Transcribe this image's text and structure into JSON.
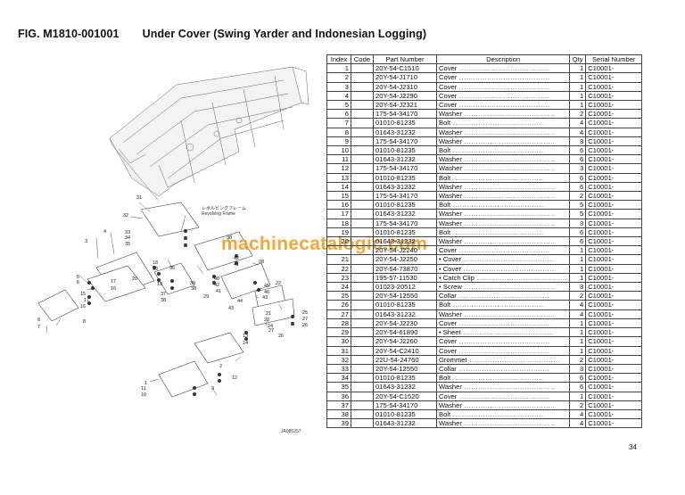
{
  "header": {
    "fig_no": "FIG. M1810-001001",
    "title": "Under Cover (Swing Yarder and Indonesian Logging)"
  },
  "watermark": "machinecatalogic.com",
  "diagram": {
    "frame_label_jp": "レボルビングフレーム",
    "frame_label_en": "Revolving Frame",
    "drawing_id": "JA085257",
    "callouts": [
      "1",
      "2",
      "3",
      "4",
      "5",
      "6",
      "7",
      "8",
      "9",
      "10",
      "11",
      "12",
      "13",
      "14",
      "15",
      "16",
      "17",
      "18",
      "19",
      "20",
      "21",
      "22",
      "23",
      "24",
      "25",
      "26",
      "27",
      "28",
      "29",
      "30",
      "31",
      "32",
      "33",
      "34",
      "35",
      "36",
      "37",
      "38",
      "39",
      "40",
      "41",
      "42",
      "43",
      "44",
      "45",
      "46"
    ]
  },
  "table": {
    "headers": [
      "Index",
      "Code",
      "Part Number",
      "Description",
      "Qty",
      "Serial Number"
    ],
    "rows": [
      {
        "index": "1",
        "code": "",
        "part": "20Y-54-C1510",
        "desc": "Cover",
        "qty": "1",
        "serial": "C10001-"
      },
      {
        "index": "2",
        "code": "",
        "part": "20Y-54-J1710",
        "desc": "Cover",
        "qty": "1",
        "serial": "C10001-"
      },
      {
        "index": "3",
        "code": "",
        "part": "20Y-54-J2310",
        "desc": "Cover",
        "qty": "1",
        "serial": "C10001-"
      },
      {
        "index": "4",
        "code": "",
        "part": "20Y-54-J2290",
        "desc": "Cover",
        "qty": "1",
        "serial": "C10001-"
      },
      {
        "index": "5",
        "code": "",
        "part": "20Y-54-J2321",
        "desc": "Cover",
        "qty": "1",
        "serial": "C10001-"
      },
      {
        "index": "6",
        "code": "",
        "part": "175-54-34170",
        "desc": "Washer",
        "qty": "2",
        "serial": "C10001-"
      },
      {
        "index": "7",
        "code": "",
        "part": "01010-81235",
        "desc": "Bolt",
        "qty": "4",
        "serial": "C10001-"
      },
      {
        "index": "8",
        "code": "",
        "part": "01643-31232",
        "desc": "Washer",
        "qty": "4",
        "serial": "C10001-"
      },
      {
        "index": "9",
        "code": "",
        "part": "175-54-34170",
        "desc": "Washer",
        "qty": "3",
        "serial": "C10001-"
      },
      {
        "index": "10",
        "code": "",
        "part": "01010-81235",
        "desc": "Bolt",
        "qty": "6",
        "serial": "C10001-"
      },
      {
        "index": "11",
        "code": "",
        "part": "01643-31232",
        "desc": "Washer",
        "qty": "6",
        "serial": "C10001-"
      },
      {
        "index": "12",
        "code": "",
        "part": "175-54-34170",
        "desc": "Washer",
        "qty": "3",
        "serial": "C10001-"
      },
      {
        "index": "13",
        "code": "",
        "part": "01010-81235",
        "desc": "Bolt",
        "qty": "6",
        "serial": "C10001-"
      },
      {
        "index": "14",
        "code": "",
        "part": "01643-31232",
        "desc": "Washer",
        "qty": "6",
        "serial": "C10001-"
      },
      {
        "index": "15",
        "code": "",
        "part": "175-54-34170",
        "desc": "Washer",
        "qty": "2",
        "serial": "C10001-"
      },
      {
        "index": "16",
        "code": "",
        "part": "01010-81235",
        "desc": "Bolt",
        "qty": "5",
        "serial": "C10001-"
      },
      {
        "index": "17",
        "code": "",
        "part": "01643-31232",
        "desc": "Washer",
        "qty": "5",
        "serial": "C10001-"
      },
      {
        "index": "18",
        "code": "",
        "part": "175-54-34170",
        "desc": "Washer",
        "qty": "3",
        "serial": "C10001-"
      },
      {
        "index": "19",
        "code": "",
        "part": "01010-81235",
        "desc": "Bolt",
        "qty": "6",
        "serial": "C10001-"
      },
      {
        "index": "20",
        "code": "",
        "part": "01643-31232",
        "desc": "Washer",
        "qty": "6",
        "serial": "C10001-"
      },
      {
        "index": "",
        "code": "",
        "part": "20Y-54-J2240",
        "desc": "Cover",
        "qty": "1",
        "serial": "C10001-"
      },
      {
        "index": "21",
        "code": "",
        "part": "20Y-54-J2250",
        "desc": "• Cover",
        "qty": "1",
        "serial": "C10001-"
      },
      {
        "index": "22",
        "code": "",
        "part": "20Y-54-73870",
        "desc": "• Cover",
        "qty": "1",
        "serial": "C10001-"
      },
      {
        "index": "23",
        "code": "",
        "part": "195-57-11530",
        "desc": "• Catch Clip",
        "qty": "1",
        "serial": "C10001-"
      },
      {
        "index": "24",
        "code": "",
        "part": "01023-20512",
        "desc": "• Screw",
        "qty": "3",
        "serial": "C10001-"
      },
      {
        "index": "25",
        "code": "",
        "part": "20Y-54-12550",
        "desc": "Collar",
        "qty": "2",
        "serial": "C10001-"
      },
      {
        "index": "26",
        "code": "",
        "part": "01010-81235",
        "desc": "Bolt",
        "qty": "4",
        "serial": "C10001-"
      },
      {
        "index": "27",
        "code": "",
        "part": "01643-31232",
        "desc": "Washer",
        "qty": "4",
        "serial": "C10001-"
      },
      {
        "index": "28",
        "code": "",
        "part": "20Y-54-J2230",
        "desc": "Cover",
        "qty": "1",
        "serial": "C10001-"
      },
      {
        "index": "29",
        "code": "",
        "part": "20Y-54-61890",
        "desc": "• Sheet",
        "qty": "1",
        "serial": "C10001-"
      },
      {
        "index": "30",
        "code": "",
        "part": "20Y-54-J2260",
        "desc": "Cover",
        "qty": "1",
        "serial": "C10001-"
      },
      {
        "index": "31",
        "code": "",
        "part": "20Y-54-C2410",
        "desc": "Cover",
        "qty": "1",
        "serial": "C10001-"
      },
      {
        "index": "32",
        "code": "",
        "part": "22U-54-24760",
        "desc": "Grommet",
        "qty": "2",
        "serial": "C10001-"
      },
      {
        "index": "33",
        "code": "",
        "part": "20Y-54-12550",
        "desc": "Collar",
        "qty": "3",
        "serial": "C10001-"
      },
      {
        "index": "34",
        "code": "",
        "part": "01010-81235",
        "desc": "Bolt",
        "qty": "6",
        "serial": "C10001-"
      },
      {
        "index": "35",
        "code": "",
        "part": "01643-31232",
        "desc": "Washer",
        "qty": "6",
        "serial": "C10001-"
      },
      {
        "index": "36",
        "code": "",
        "part": "20Y-54-C1520",
        "desc": "Cover",
        "qty": "1",
        "serial": "C10001-"
      },
      {
        "index": "37",
        "code": "",
        "part": "175-54-34170",
        "desc": "Washer",
        "qty": "2",
        "serial": "C10001-"
      },
      {
        "index": "38",
        "code": "",
        "part": "01010-81235",
        "desc": "Bolt",
        "qty": "4",
        "serial": "C10001-"
      },
      {
        "index": "39",
        "code": "",
        "part": "01643-31232",
        "desc": "Washer",
        "qty": "4",
        "serial": "C10001-"
      }
    ]
  },
  "page_number": "34"
}
